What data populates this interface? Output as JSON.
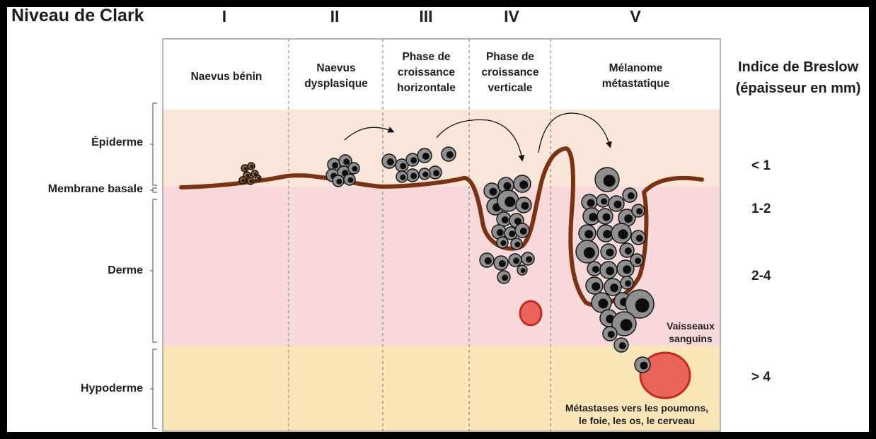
{
  "title": "Niveau de Clark",
  "clark_levels": [
    "I",
    "II",
    "III",
    "IV",
    "V"
  ],
  "columns": [
    {
      "label": "Naevus bénin"
    },
    {
      "label": "Naevus\ndysplasique"
    },
    {
      "label": "Phase de\ncroissance\nhorizontale"
    },
    {
      "label": "Phase de\ncroissance\nverticale"
    },
    {
      "label": "Mélanome\nmétastatique"
    }
  ],
  "layers": {
    "epidermis": "Épiderme",
    "basement": "Membrane basale",
    "dermis": "Derme",
    "hypodermis": "Hypoderme"
  },
  "breslow": {
    "header": "Indice de Breslow\n(épaisseur en mm)",
    "values": [
      "< 1",
      "1-2",
      "2-4",
      "> 4"
    ]
  },
  "annotations": {
    "vessels": "Vaisseaux\nsanguins",
    "metastases": "Métastases vers les poumons,\nle foie, les os, le cerveau"
  },
  "colors": {
    "epidermis": "#fbe7da",
    "dermis": "#f6d9d8",
    "hypodermis": "#fbe6ba",
    "membrane": "#7a3312",
    "cell_fill": "#8f8f8f",
    "nucleus": "#0e0e0e",
    "vessel": "#e9655c"
  }
}
